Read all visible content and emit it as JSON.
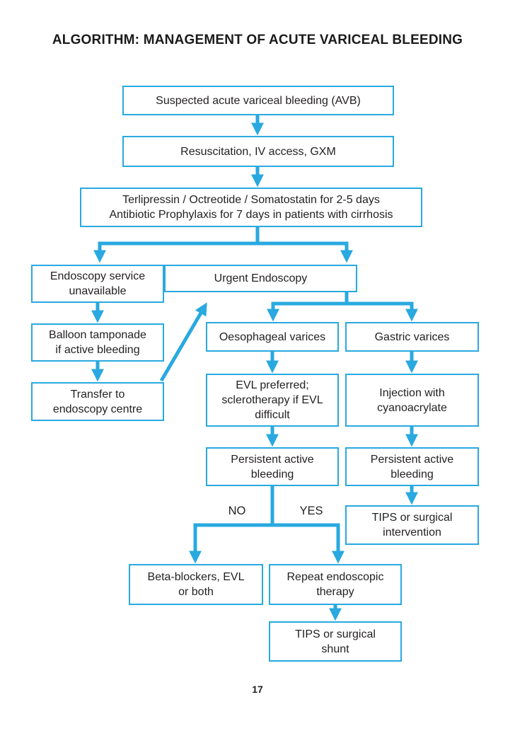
{
  "page": {
    "title": "ALGORITHM: MANAGEMENT OF ACUTE VARICEAL BLEEDING",
    "page_number": "17",
    "accent_color": "#29a9e0",
    "text_color": "#231f20",
    "background_color": "#ffffff"
  },
  "flowchart": {
    "nodes": {
      "suspected": {
        "lines": [
          "Suspected acute variceal bleeding (AVB)"
        ]
      },
      "resuscitation": {
        "lines": [
          "Resuscitation, IV access, GXM"
        ]
      },
      "terlipressin": {
        "lines": [
          "Terlipressin / Octreotide / Somatostatin for 2-5 days",
          "Antibiotic Prophylaxis for 7 days in patients with cirrhosis"
        ]
      },
      "endoscopy_unavailable": {
        "lines": [
          "Endoscopy service",
          "unavailable"
        ]
      },
      "balloon": {
        "lines": [
          "Balloon tamponade",
          "if active bleeding"
        ]
      },
      "transfer": {
        "lines": [
          "Transfer to",
          "endoscopy centre"
        ]
      },
      "urgent": {
        "lines": [
          "Urgent Endoscopy"
        ]
      },
      "oesophageal": {
        "lines": [
          "Oesophageal varices"
        ]
      },
      "gastric": {
        "lines": [
          "Gastric varices"
        ]
      },
      "evl": {
        "lines": [
          "EVL preferred;",
          "sclerotherapy if EVL",
          "difficult"
        ]
      },
      "injection": {
        "lines": [
          "Injection with",
          "cyanoacrylate"
        ]
      },
      "persistent_mid": {
        "lines": [
          "Persistent active",
          "bleeding"
        ]
      },
      "persistent_right": {
        "lines": [
          "Persistent active",
          "bleeding"
        ]
      },
      "tips_intervention": {
        "lines": [
          "TIPS or surgical",
          "intervention"
        ]
      },
      "beta_blockers": {
        "lines": [
          "Beta-blockers, EVL",
          "or both"
        ]
      },
      "repeat_endo": {
        "lines": [
          "Repeat endoscopic",
          "therapy"
        ]
      },
      "tips_shunt": {
        "lines": [
          "TIPS or surgical",
          "shunt"
        ]
      }
    },
    "branch_labels": {
      "no": "NO",
      "yes": "YES"
    },
    "edges": [
      {
        "from": "suspected",
        "to": "resuscitation"
      },
      {
        "from": "resuscitation",
        "to": "terlipressin"
      },
      {
        "from": "terlipressin",
        "to": "endoscopy_unavailable"
      },
      {
        "from": "terlipressin",
        "to": "urgent"
      },
      {
        "from": "endoscopy_unavailable",
        "to": "balloon"
      },
      {
        "from": "balloon",
        "to": "transfer"
      },
      {
        "from": "transfer",
        "to": "urgent"
      },
      {
        "from": "urgent",
        "to": "oesophageal"
      },
      {
        "from": "urgent",
        "to": "gastric"
      },
      {
        "from": "oesophageal",
        "to": "evl"
      },
      {
        "from": "gastric",
        "to": "injection"
      },
      {
        "from": "evl",
        "to": "persistent_mid"
      },
      {
        "from": "injection",
        "to": "persistent_right"
      },
      {
        "from": "persistent_mid",
        "to": "beta_blockers",
        "label": "NO"
      },
      {
        "from": "persistent_mid",
        "to": "repeat_endo",
        "label": "YES"
      },
      {
        "from": "persistent_right",
        "to": "tips_intervention"
      },
      {
        "from": "repeat_endo",
        "to": "tips_shunt"
      }
    ]
  }
}
